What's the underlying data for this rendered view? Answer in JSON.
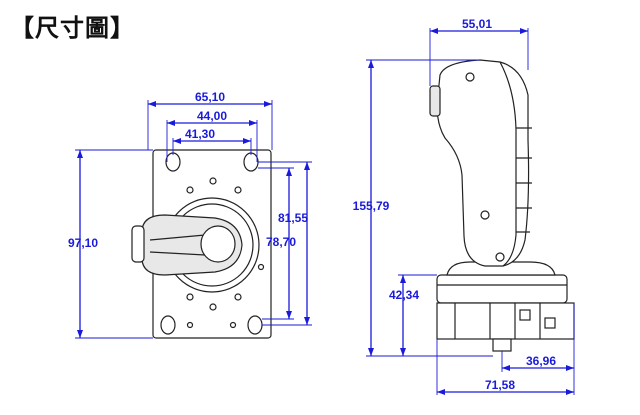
{
  "title": "【尺寸圖】",
  "front_view": {
    "width_overall": "65,10",
    "hole_spacing_outer": "44,00",
    "hole_spacing_inner": "41,30",
    "height_overall": "97,10",
    "height_holes_outer": "81,55",
    "height_holes_inner": "78,70"
  },
  "side_view": {
    "handle_width": "55,01",
    "total_height": "155,79",
    "base_height": "42,34",
    "base_width_inner": "36,96",
    "base_width_outer": "71,58"
  },
  "colors": {
    "dimension": "#1a1adb",
    "outline": "#222222"
  }
}
